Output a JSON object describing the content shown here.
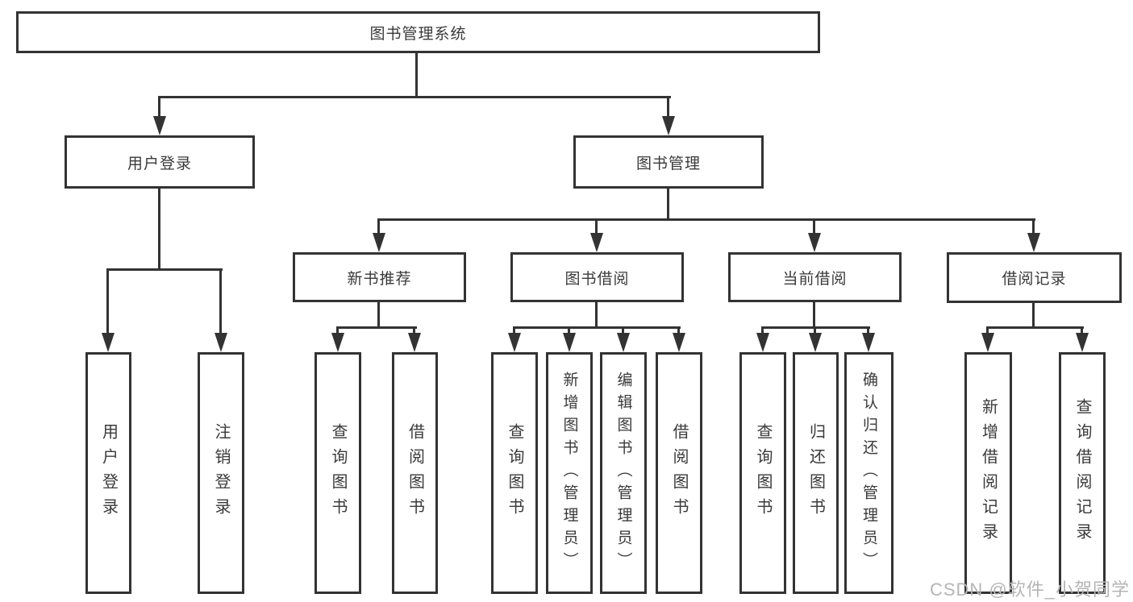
{
  "diagram": {
    "title": "图书管理系统",
    "root": {
      "label": "图书管理系统"
    },
    "branches": {
      "user_login": {
        "label": "用户登录",
        "children": [
          "用户登录",
          "注销登录"
        ]
      },
      "book_mgmt": {
        "label": "图书管理",
        "sections": {
          "new_book_rec": {
            "label": "新书推荐",
            "children": [
              "查询图书",
              "借阅图书"
            ]
          },
          "book_borrow": {
            "label": "图书借阅",
            "children": [
              "查询图书",
              "新增图书（管理员）",
              "编辑图书（管理员）",
              "借阅图书"
            ]
          },
          "current_borrow": {
            "label": "当前借阅",
            "children": [
              "查询图书",
              "归还图书",
              "确认归还（管理员）"
            ]
          },
          "borrow_records": {
            "label": "借阅记录",
            "children": [
              "新增借阅记录",
              "查询借阅记录"
            ]
          }
        }
      }
    }
  },
  "watermark": {
    "text": "CSDN @软件_小贺同学"
  },
  "colors": {
    "line": "#333333",
    "text": "#3a3a3a",
    "watermark": "#b5b5b5",
    "background": "#ffffff"
  }
}
